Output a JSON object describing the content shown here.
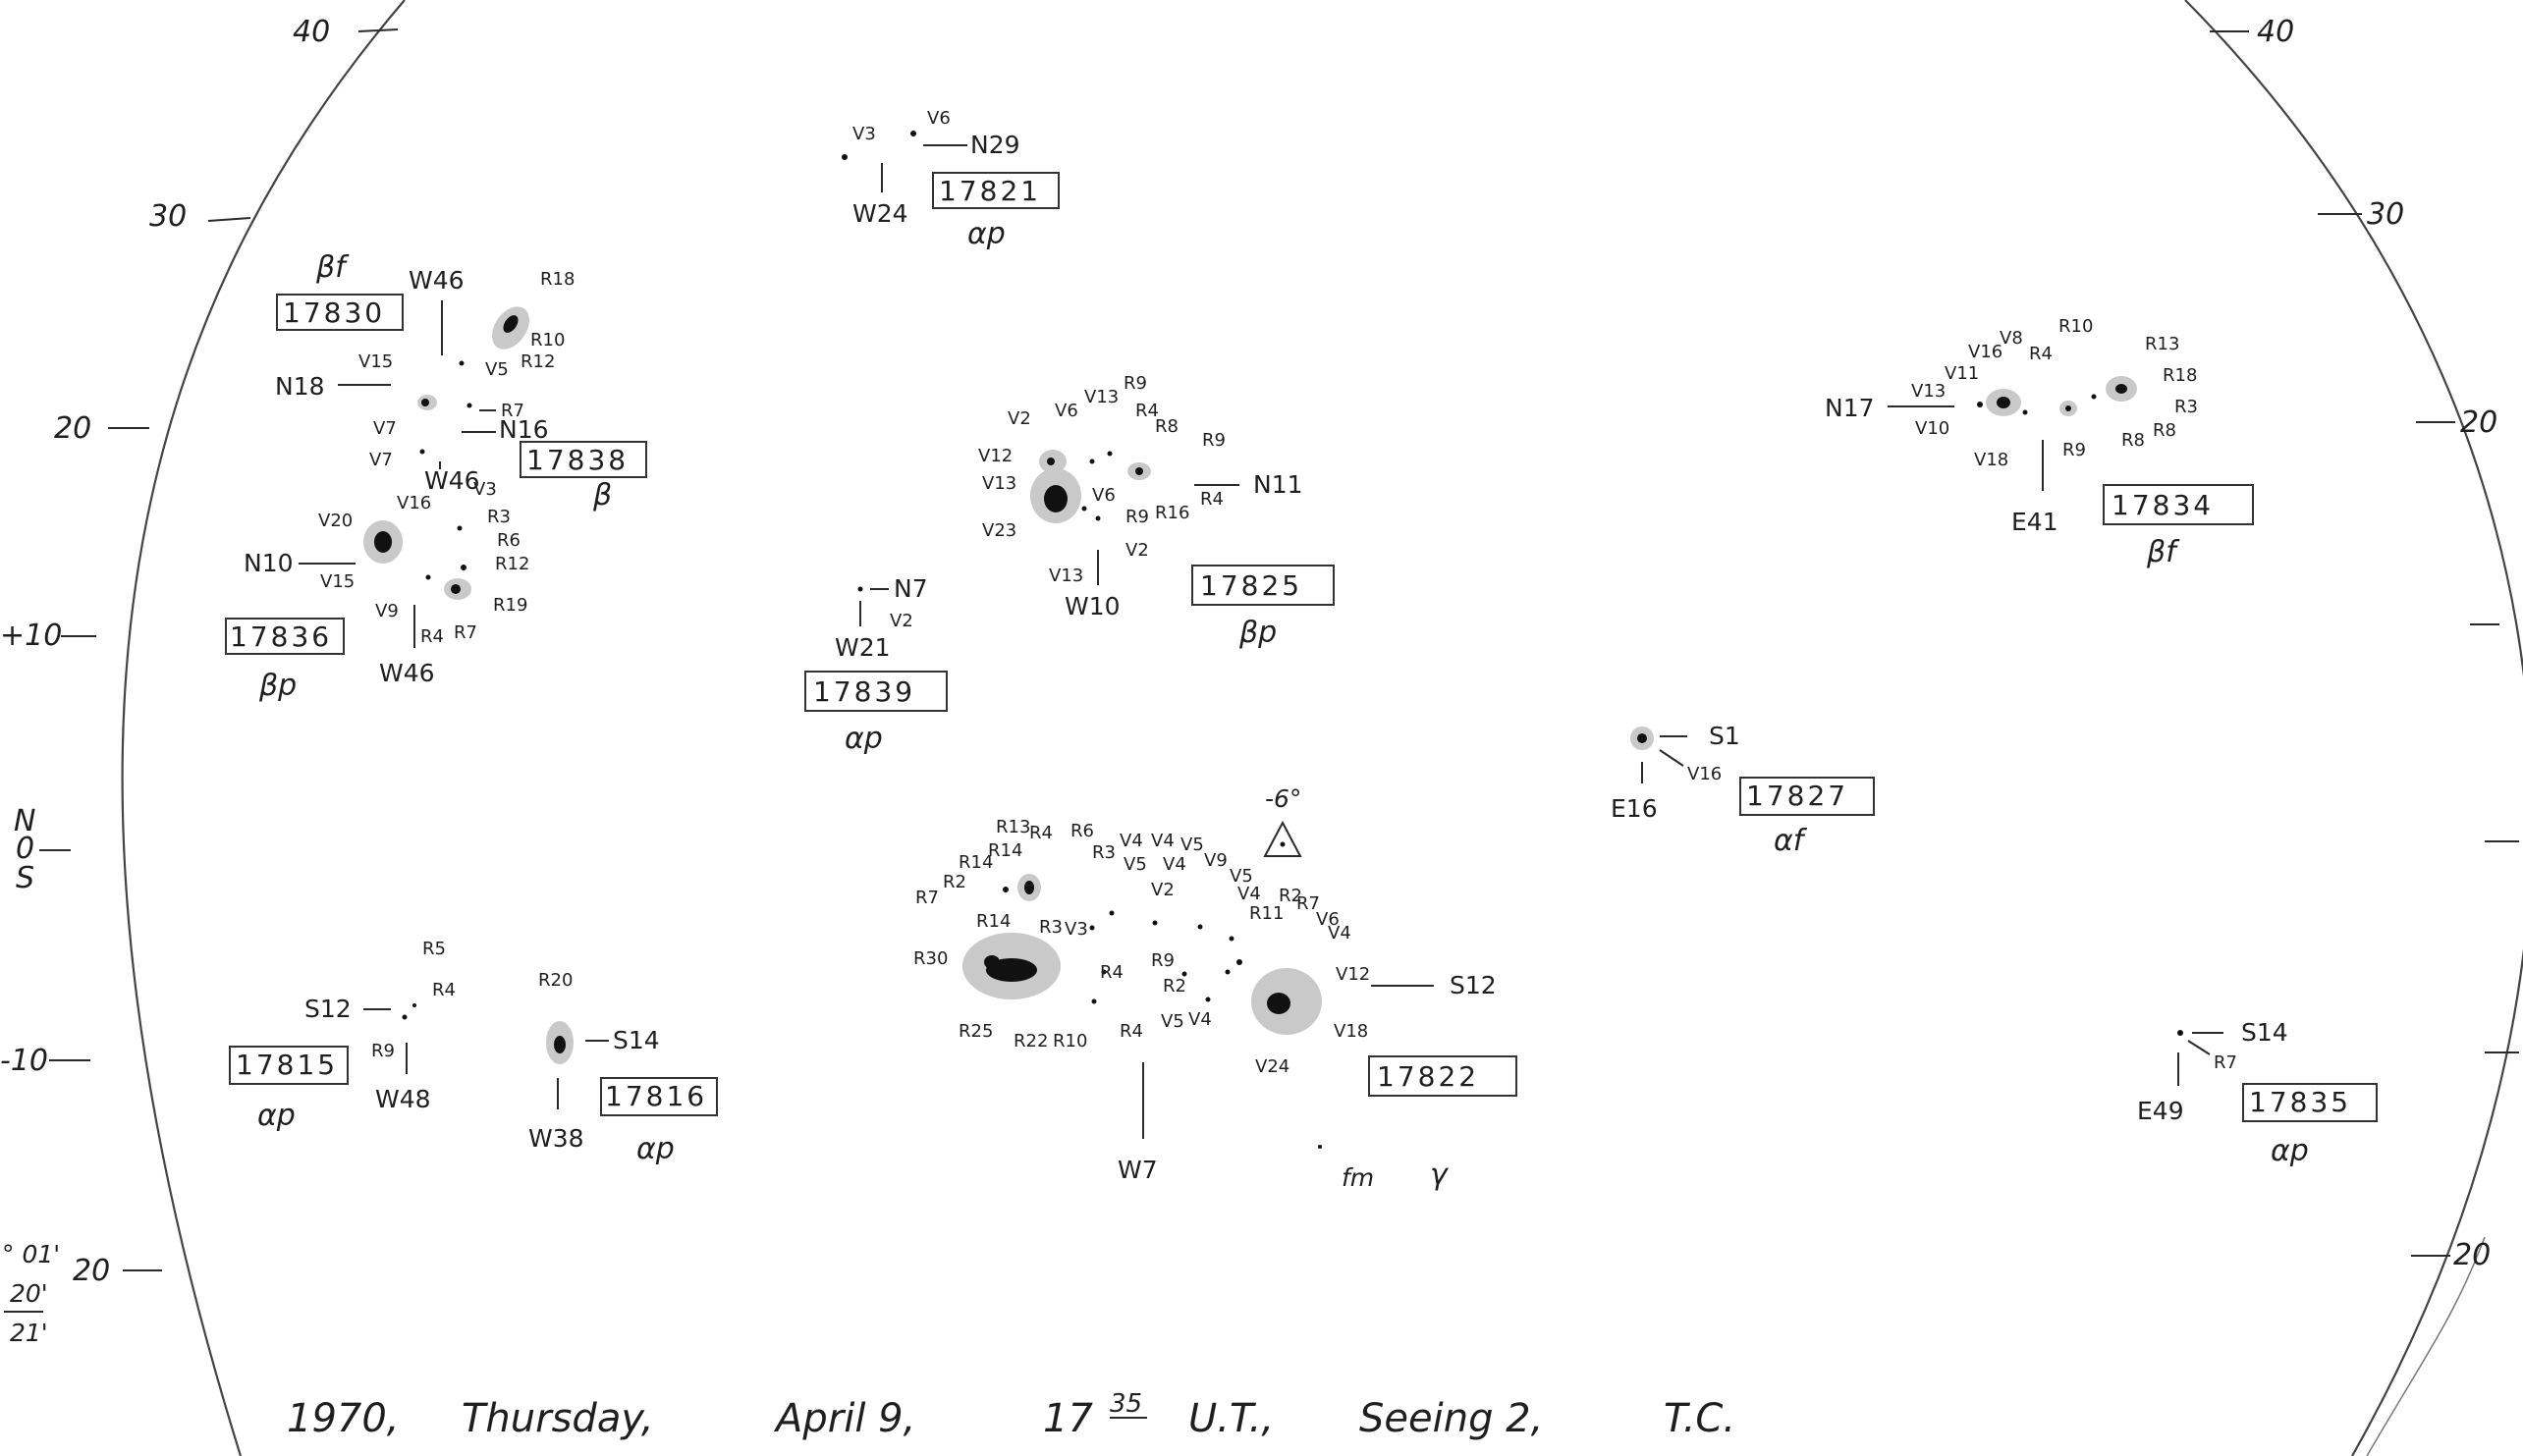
{
  "latitude_marks_left": [
    {
      "label": "40"
    },
    {
      "label": "30"
    },
    {
      "label": "20"
    },
    {
      "label": "+10"
    },
    {
      "label": "N"
    },
    {
      "label": "0"
    },
    {
      "label": "S"
    },
    {
      "label": "-10"
    },
    {
      "label": "20"
    }
  ],
  "latitude_marks_right": [
    {
      "label": "40"
    },
    {
      "label": "30"
    },
    {
      "label": "20"
    },
    {
      "label": "20"
    }
  ],
  "margin_notes": [
    "° 01'",
    "20'",
    "21'"
  ],
  "regions": [
    {
      "number": "17821",
      "class": "αp",
      "position": "N29",
      "position2": "W24",
      "points": [
        "V3",
        "V6"
      ]
    },
    {
      "number": "17830",
      "class": "βf",
      "position": "N18",
      "position2": "W46",
      "points": [
        "V15",
        "V7",
        "V5",
        "R18",
        "R10",
        "R12",
        "R7"
      ]
    },
    {
      "number": "17838",
      "class": "β",
      "position": "N16",
      "position2": "W46",
      "points": [
        "V7"
      ]
    },
    {
      "number": "17836",
      "class": "βp",
      "position": "N10",
      "position2": "W46",
      "points": [
        "V20",
        "V16",
        "V15",
        "V9",
        "V3",
        "R3",
        "R6",
        "R12",
        "R19",
        "R4",
        "R7"
      ]
    },
    {
      "number": "17825",
      "class": "βp",
      "position": "N11",
      "position2": "W10",
      "points": [
        "V2",
        "V6",
        "V13",
        "R9",
        "R4",
        "R8",
        "R9",
        "V12",
        "V13",
        "V23",
        "V6",
        "R9",
        "R16",
        "R4",
        "V13",
        "V2"
      ]
    },
    {
      "number": "17839",
      "class": "αp",
      "position": "N7",
      "position2": "W21",
      "points": [
        "V2"
      ]
    },
    {
      "number": "17834",
      "class": "βf",
      "position": "N17",
      "position2": "E41",
      "points": [
        "V16",
        "V8",
        "V11",
        "R4",
        "R10",
        "R13",
        "R18",
        "V13",
        "V10",
        "V18",
        "R9",
        "R8",
        "R8",
        "R3"
      ]
    },
    {
      "number": "17827",
      "class": "αf",
      "position": "S1",
      "position2": "E16",
      "points": [
        "V16"
      ]
    },
    {
      "number": "17822",
      "class": "γ",
      "position": "S12",
      "position2": "W7",
      "points": [
        "R13",
        "R14",
        "R4",
        "R6",
        "R3",
        "V4",
        "V4",
        "V5",
        "R14",
        "R2",
        "R7",
        "R14",
        "R3",
        "V3",
        "V5",
        "V4",
        "V2",
        "V9",
        "V5",
        "V4",
        "R2",
        "R7",
        "R11",
        "V6",
        "V4",
        "R30",
        "R4",
        "R9",
        "R2",
        "V5",
        "V4",
        "V12",
        "V18",
        "R25",
        "R22",
        "R10",
        "R4",
        "V24"
      ]
    },
    {
      "number": "17815",
      "class": "αp",
      "position": "S12",
      "position2": "W48",
      "points": [
        "R5",
        "R4",
        "R9"
      ]
    },
    {
      "number": "17816",
      "class": "αp",
      "position": "S14",
      "position2": "W38",
      "points": [
        "R20"
      ]
    },
    {
      "number": "17835",
      "class": "αp",
      "position": "S14",
      "position2": "E49",
      "points": [
        "R7"
      ]
    }
  ],
  "annotations": {
    "flare_angle": "-6°",
    "initials": "fm"
  },
  "footer": {
    "year": "1970,",
    "weekday": "Thursday,",
    "date": "April 9,",
    "time": "17",
    "time_sup": "35",
    "time_unit": "U.T.,",
    "seeing": "Seeing 2,",
    "observer": "T.C."
  }
}
